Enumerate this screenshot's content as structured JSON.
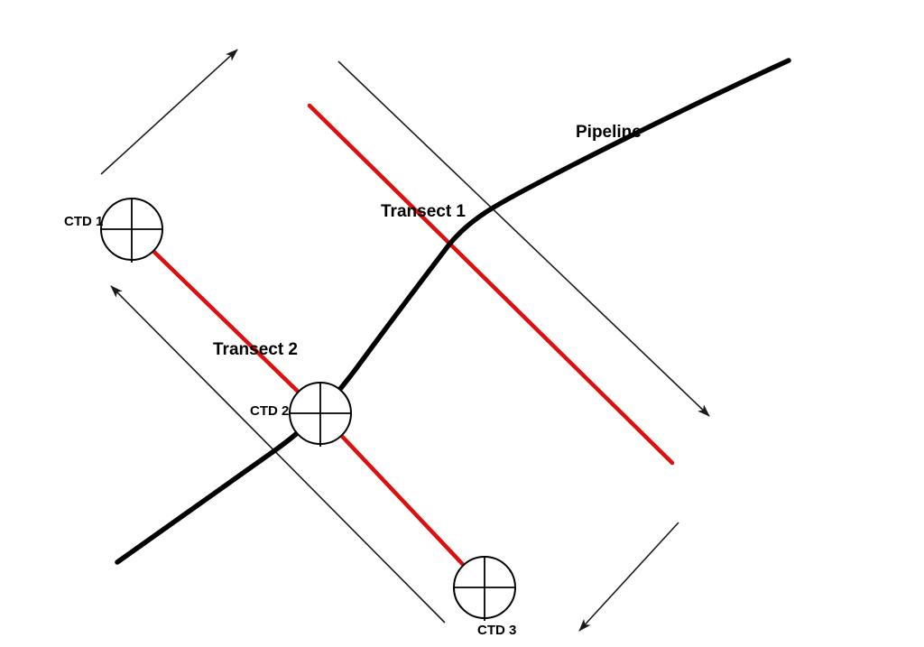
{
  "figure": {
    "type": "schematic-diagram",
    "background": "#ffffff",
    "labels": {
      "pipeline": "Pipeline",
      "transect1": "Transect 1",
      "transect2": "Transect 2",
      "ctd1": "CTD 1",
      "ctd2": "CTD 2",
      "ctd3": "CTD 3"
    },
    "colors": {
      "transect_line": "#dd0f0f",
      "pipeline_line": "#000000",
      "guide_line": "#1a1a1a",
      "station_fill": "#ffffff",
      "station_stroke": "#000000",
      "text": "#000000"
    },
    "stations": [
      {
        "label": "CTD 1"
      },
      {
        "label": "CTD 2"
      },
      {
        "label": "CTD 3"
      }
    ],
    "transects": [
      {
        "label": "Transect 1",
        "color": "#dd0f0f"
      },
      {
        "label": "Transect 2",
        "color": "#dd0f0f"
      }
    ],
    "arrows": {
      "count": 4,
      "description": "survey direction arrows parallel to transects"
    }
  }
}
